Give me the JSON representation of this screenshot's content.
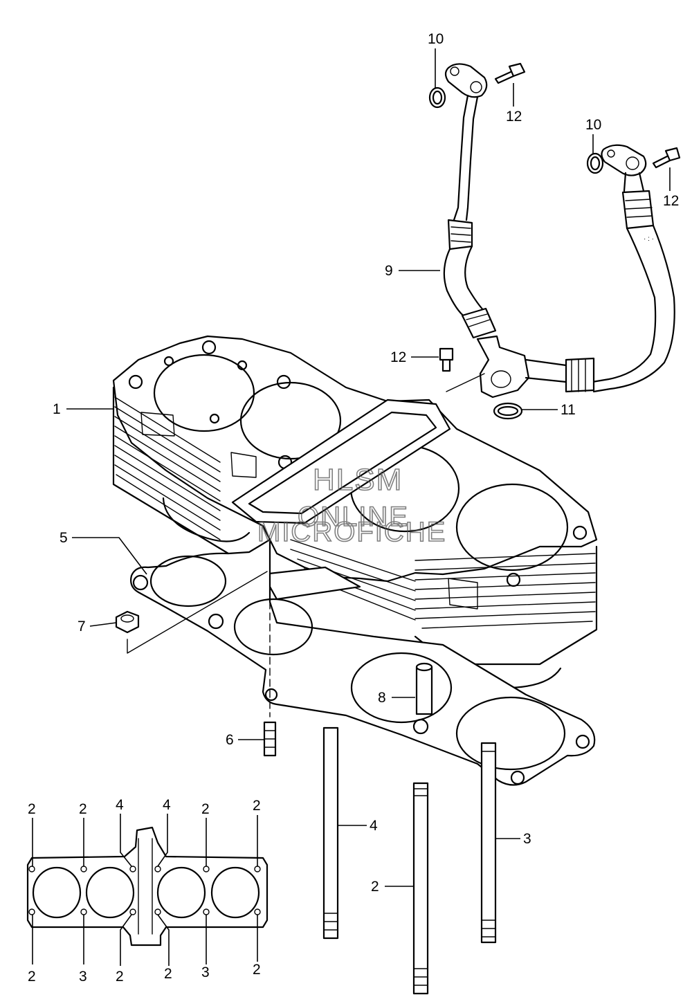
{
  "callouts": {
    "c10a": "10",
    "c12a": "12",
    "c10b": "10",
    "c12b": "12",
    "c9": "9",
    "c12c": "12",
    "c11": "11",
    "c1": "1",
    "c5": "5",
    "c7": "7",
    "c8": "8",
    "c6": "6",
    "c4": "4",
    "c3": "3",
    "c2": "2"
  },
  "inset_labels": {
    "top": [
      "2",
      "2",
      "4",
      "4",
      "2",
      "2"
    ],
    "bottom": [
      "2",
      "3",
      "2",
      "2",
      "3",
      "2"
    ]
  },
  "watermark": {
    "line1": "HLSM",
    "line2": "ONLINE",
    "line3": "MICROFICHE"
  }
}
